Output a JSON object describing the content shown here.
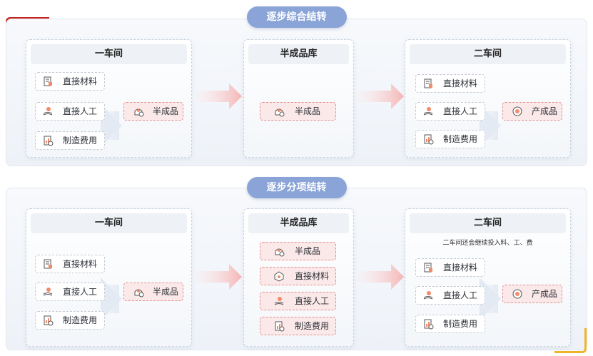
{
  "section1": {
    "title": "逐步综合结转",
    "workshop1": {
      "title": "一车间",
      "items": [
        "直接材料",
        "直接人工",
        "制造费用"
      ],
      "output": "半成品"
    },
    "warehouse": {
      "title": "半成品库",
      "item": "半成品"
    },
    "workshop2": {
      "title": "二车间",
      "items": [
        "直接材料",
        "直接人工",
        "制造费用"
      ],
      "output": "产成品"
    }
  },
  "section2": {
    "title": "逐步分项结转",
    "workshop1": {
      "title": "一车间",
      "items": [
        "直接材料",
        "直接人工",
        "制造费用"
      ],
      "output": "半成品"
    },
    "warehouse": {
      "title": "半成品库",
      "items": [
        "半成品",
        "直接材料",
        "直接人工",
        "制造费用"
      ]
    },
    "workshop2": {
      "title": "二车间",
      "note": "二车间还会继续投入料、工、费",
      "items": [
        "直接材料",
        "直接人工",
        "制造费用"
      ],
      "output": "产成品"
    }
  },
  "colors": {
    "accent": "#8aa4d8",
    "pink": "#fbe9e9",
    "arrow": "#f7c6c6",
    "red": "#c8221e",
    "yellow": "#f0b429"
  },
  "icons": [
    "material-icon",
    "labor-icon",
    "overhead-icon",
    "semi-product-icon",
    "product-icon"
  ]
}
